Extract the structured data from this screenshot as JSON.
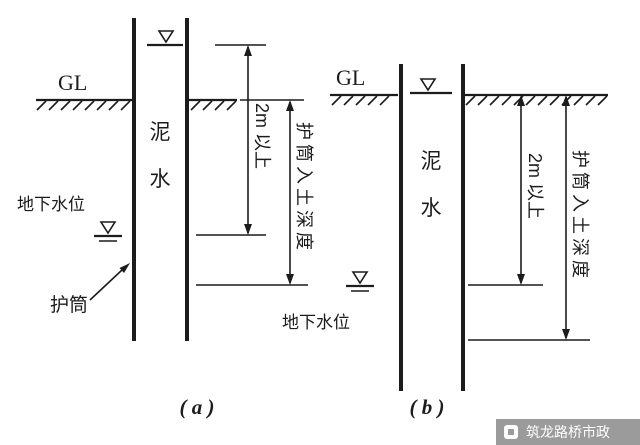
{
  "figure_a": {
    "gl_label": "GL",
    "slurry": [
      "泥",
      "水"
    ],
    "groundwater_label": "地下水位",
    "casing_label": "护筒",
    "dim_min_embed": "2m 以上",
    "dim_casing_depth": "护筒入土深度",
    "caption": "( a )"
  },
  "figure_b": {
    "gl_label": "GL",
    "slurry": [
      "泥",
      "水"
    ],
    "groundwater_label": "地下水位",
    "dim_min_embed": "2m 以上",
    "dim_casing_depth": "护筒入土深度",
    "caption": "( b )"
  },
  "watermark": {
    "text": "筑龙路桥市政"
  },
  "colors": {
    "ink": "#1c1c1c",
    "watermark_bg": "#9b9b9b",
    "watermark_text": "#ffffff"
  }
}
